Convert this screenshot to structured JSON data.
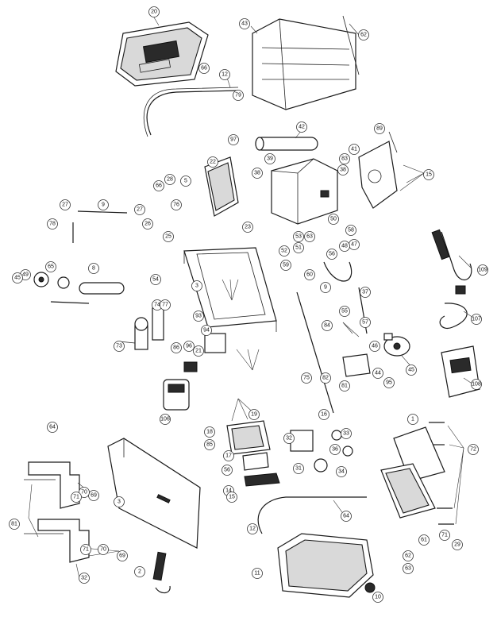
{
  "callouts": [
    {
      "id": "c20",
      "label": "20"
    },
    {
      "id": "c43",
      "label": "43"
    },
    {
      "id": "c62",
      "label": "62"
    },
    {
      "id": "c66a",
      "label": "66"
    },
    {
      "id": "c12a",
      "label": "12"
    },
    {
      "id": "c79",
      "label": "79"
    },
    {
      "id": "c42",
      "label": "42"
    },
    {
      "id": "c89",
      "label": "89"
    },
    {
      "id": "c41",
      "label": "41"
    },
    {
      "id": "c15",
      "label": "15"
    },
    {
      "id": "c97",
      "label": "97"
    },
    {
      "id": "c39",
      "label": "39"
    },
    {
      "id": "c83",
      "label": "83"
    },
    {
      "id": "c38a",
      "label": "38"
    },
    {
      "id": "c38b",
      "label": "38"
    },
    {
      "id": "c28",
      "label": "28"
    },
    {
      "id": "c66b",
      "label": "66"
    },
    {
      "id": "c5",
      "label": "5"
    },
    {
      "id": "c76",
      "label": "76"
    },
    {
      "id": "c22",
      "label": "22"
    },
    {
      "id": "c9a",
      "label": "9"
    },
    {
      "id": "c27a",
      "label": "27"
    },
    {
      "id": "c27b",
      "label": "27"
    },
    {
      "id": "c26",
      "label": "26"
    },
    {
      "id": "c25",
      "label": "25"
    },
    {
      "id": "c78",
      "label": "78"
    },
    {
      "id": "c50",
      "label": "50"
    },
    {
      "id": "c58",
      "label": "58"
    },
    {
      "id": "c53",
      "label": "53"
    },
    {
      "id": "c63",
      "label": "63"
    },
    {
      "id": "c51",
      "label": "51"
    },
    {
      "id": "c59",
      "label": "59"
    },
    {
      "id": "c52",
      "label": "52"
    },
    {
      "id": "c47",
      "label": "47"
    },
    {
      "id": "c48",
      "label": "48"
    },
    {
      "id": "c56",
      "label": "56"
    },
    {
      "id": "c109",
      "label": "109"
    },
    {
      "id": "c8",
      "label": "8"
    },
    {
      "id": "c65a",
      "label": "65"
    },
    {
      "id": "c49",
      "label": "49"
    },
    {
      "id": "c23",
      "label": "23"
    },
    {
      "id": "c45a",
      "label": "45"
    },
    {
      "id": "c60",
      "label": "60"
    },
    {
      "id": "c9b",
      "label": "9"
    },
    {
      "id": "c37",
      "label": "37"
    },
    {
      "id": "c74",
      "label": "74"
    },
    {
      "id": "c77",
      "label": "77"
    },
    {
      "id": "c54",
      "label": "54"
    },
    {
      "id": "c57",
      "label": "57"
    },
    {
      "id": "c55",
      "label": "55"
    },
    {
      "id": "c107",
      "label": "107"
    },
    {
      "id": "c84",
      "label": "84"
    },
    {
      "id": "c93",
      "label": "93"
    },
    {
      "id": "c3a",
      "label": "3"
    },
    {
      "id": "c46",
      "label": "46"
    },
    {
      "id": "c45b",
      "label": "45"
    },
    {
      "id": "c73",
      "label": "73"
    },
    {
      "id": "c94",
      "label": "94"
    },
    {
      "id": "c21",
      "label": "21"
    },
    {
      "id": "c96",
      "label": "96"
    },
    {
      "id": "c86",
      "label": "86"
    },
    {
      "id": "c108",
      "label": "108"
    },
    {
      "id": "c75",
      "label": "75"
    },
    {
      "id": "c82",
      "label": "82"
    },
    {
      "id": "c81",
      "label": "81"
    },
    {
      "id": "c44",
      "label": "44"
    },
    {
      "id": "c95",
      "label": "95"
    },
    {
      "id": "c106",
      "label": "106"
    },
    {
      "id": "c64a",
      "label": "64"
    },
    {
      "id": "c19",
      "label": "19"
    },
    {
      "id": "c18",
      "label": "18"
    },
    {
      "id": "c85",
      "label": "85"
    },
    {
      "id": "c17",
      "label": "17"
    },
    {
      "id": "c56b",
      "label": "56"
    },
    {
      "id": "c31",
      "label": "31"
    },
    {
      "id": "c32",
      "label": "32"
    },
    {
      "id": "c34",
      "label": "34"
    },
    {
      "id": "c36",
      "label": "36"
    },
    {
      "id": "c33",
      "label": "33"
    },
    {
      "id": "c16",
      "label": "16"
    },
    {
      "id": "c1",
      "label": "1"
    },
    {
      "id": "c72",
      "label": "72"
    },
    {
      "id": "c64b",
      "label": "64"
    },
    {
      "id": "c14",
      "label": "14"
    },
    {
      "id": "c15b",
      "label": "15"
    },
    {
      "id": "c12b",
      "label": "12"
    },
    {
      "id": "c81b",
      "label": "81"
    },
    {
      "id": "c69a",
      "label": "69"
    },
    {
      "id": "c70a",
      "label": "70"
    },
    {
      "id": "c71a",
      "label": "71"
    },
    {
      "id": "c69b",
      "label": "69"
    },
    {
      "id": "c70b",
      "label": "70"
    },
    {
      "id": "c71b",
      "label": "71"
    },
    {
      "id": "c3b",
      "label": "3"
    },
    {
      "id": "c61",
      "label": "61"
    },
    {
      "id": "c29",
      "label": "29"
    },
    {
      "id": "c71c",
      "label": "71"
    },
    {
      "id": "c62b",
      "label": "62"
    },
    {
      "id": "c63b",
      "label": "63"
    },
    {
      "id": "c2",
      "label": "2"
    },
    {
      "id": "c11",
      "label": "11"
    },
    {
      "id": "c10",
      "label": "10"
    },
    {
      "id": "c32b",
      "label": "32"
    }
  ]
}
